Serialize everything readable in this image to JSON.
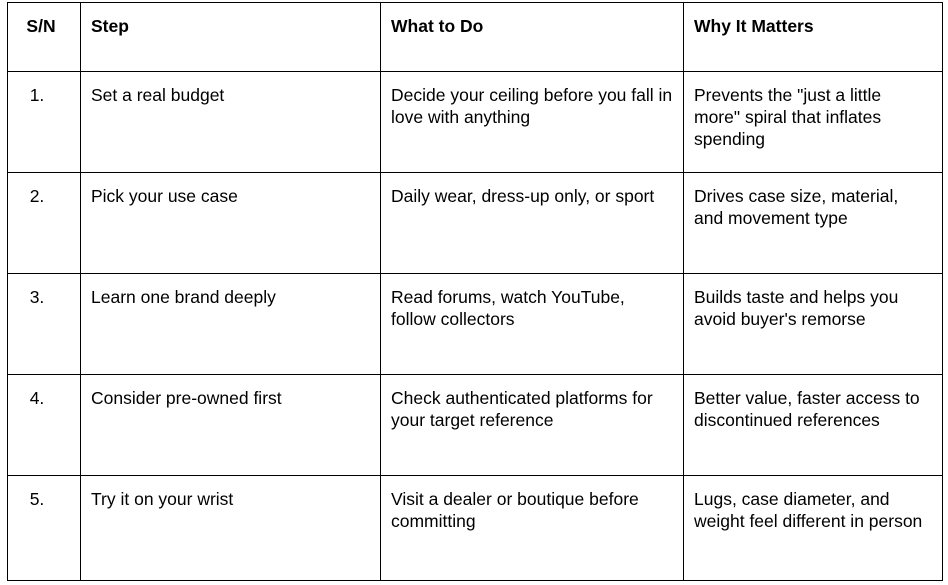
{
  "table": {
    "headers": [
      "S/N",
      "Step",
      "What to Do",
      "Why It Matters"
    ],
    "rows": [
      {
        "sn": "1.",
        "step": "Set a real budget",
        "what": "Decide your ceiling before you fall in love with anything",
        "why": "Prevents the \"just a little more\" spiral that inflates spending"
      },
      {
        "sn": "2.",
        "step": "Pick your use case",
        "what": "Daily wear, dress-up only, or sport",
        "why": "Drives case size, material, and movement type"
      },
      {
        "sn": "3.",
        "step": "Learn one brand deeply",
        "what": "Read forums, watch YouTube, follow collectors",
        "why": "Builds taste and helps you avoid buyer's remorse"
      },
      {
        "sn": "4.",
        "step": "Consider pre-owned first",
        "what": "Check authenticated platforms for your target reference",
        "why": "Better value, faster access to discontinued references"
      },
      {
        "sn": "5.",
        "step": "Try it on your wrist",
        "what": "Visit a dealer or boutique before committing",
        "why": "Lugs, case diameter, and weight feel different in person"
      }
    ]
  }
}
